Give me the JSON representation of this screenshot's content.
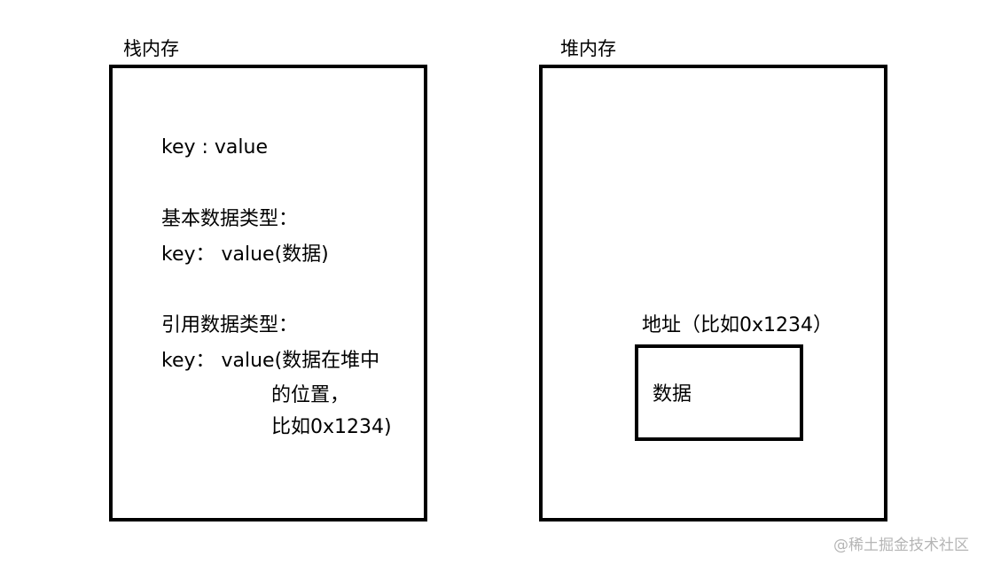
{
  "stack": {
    "title": "栈内存",
    "lines": [
      "key : value",
      "基本数据类型：",
      "key： value(数据)",
      "引用数据类型：",
      "key： value(数据在堆中",
      "的位置，",
      "比如0x1234)"
    ]
  },
  "heap": {
    "title": "堆内存",
    "address_label": "地址（比如0x1234）",
    "data_label": "数据"
  },
  "watermark": "@稀土掘金技术社区"
}
